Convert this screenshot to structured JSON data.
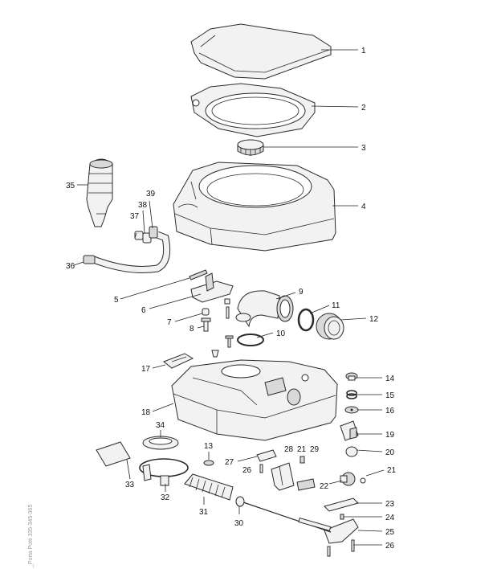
{
  "callouts": {
    "c1": "1",
    "c2": "2",
    "c3": "3",
    "c4": "4",
    "c5": "5",
    "c6": "6",
    "c7": "7",
    "c8": "8",
    "c9": "9",
    "c10": "10",
    "c11": "11",
    "c12": "12",
    "c13": "13",
    "c14": "14",
    "c15": "15",
    "c16": "16",
    "c17": "17",
    "c18": "18",
    "c19": "19",
    "c20": "20",
    "c21a": "21",
    "c21b": "21",
    "c22": "22",
    "c23": "23",
    "c24": "24",
    "c25": "25",
    "c26a": "26",
    "c26b": "26",
    "c27": "27",
    "c28": "28",
    "c29": "29",
    "c30": "30",
    "c31": "31",
    "c32": "32",
    "c33": "33",
    "c34": "34",
    "c35": "35",
    "c36": "36",
    "c37": "37",
    "c38": "38",
    "c39": "39"
  },
  "side_text": "_Porta Potti 335-345-365"
}
